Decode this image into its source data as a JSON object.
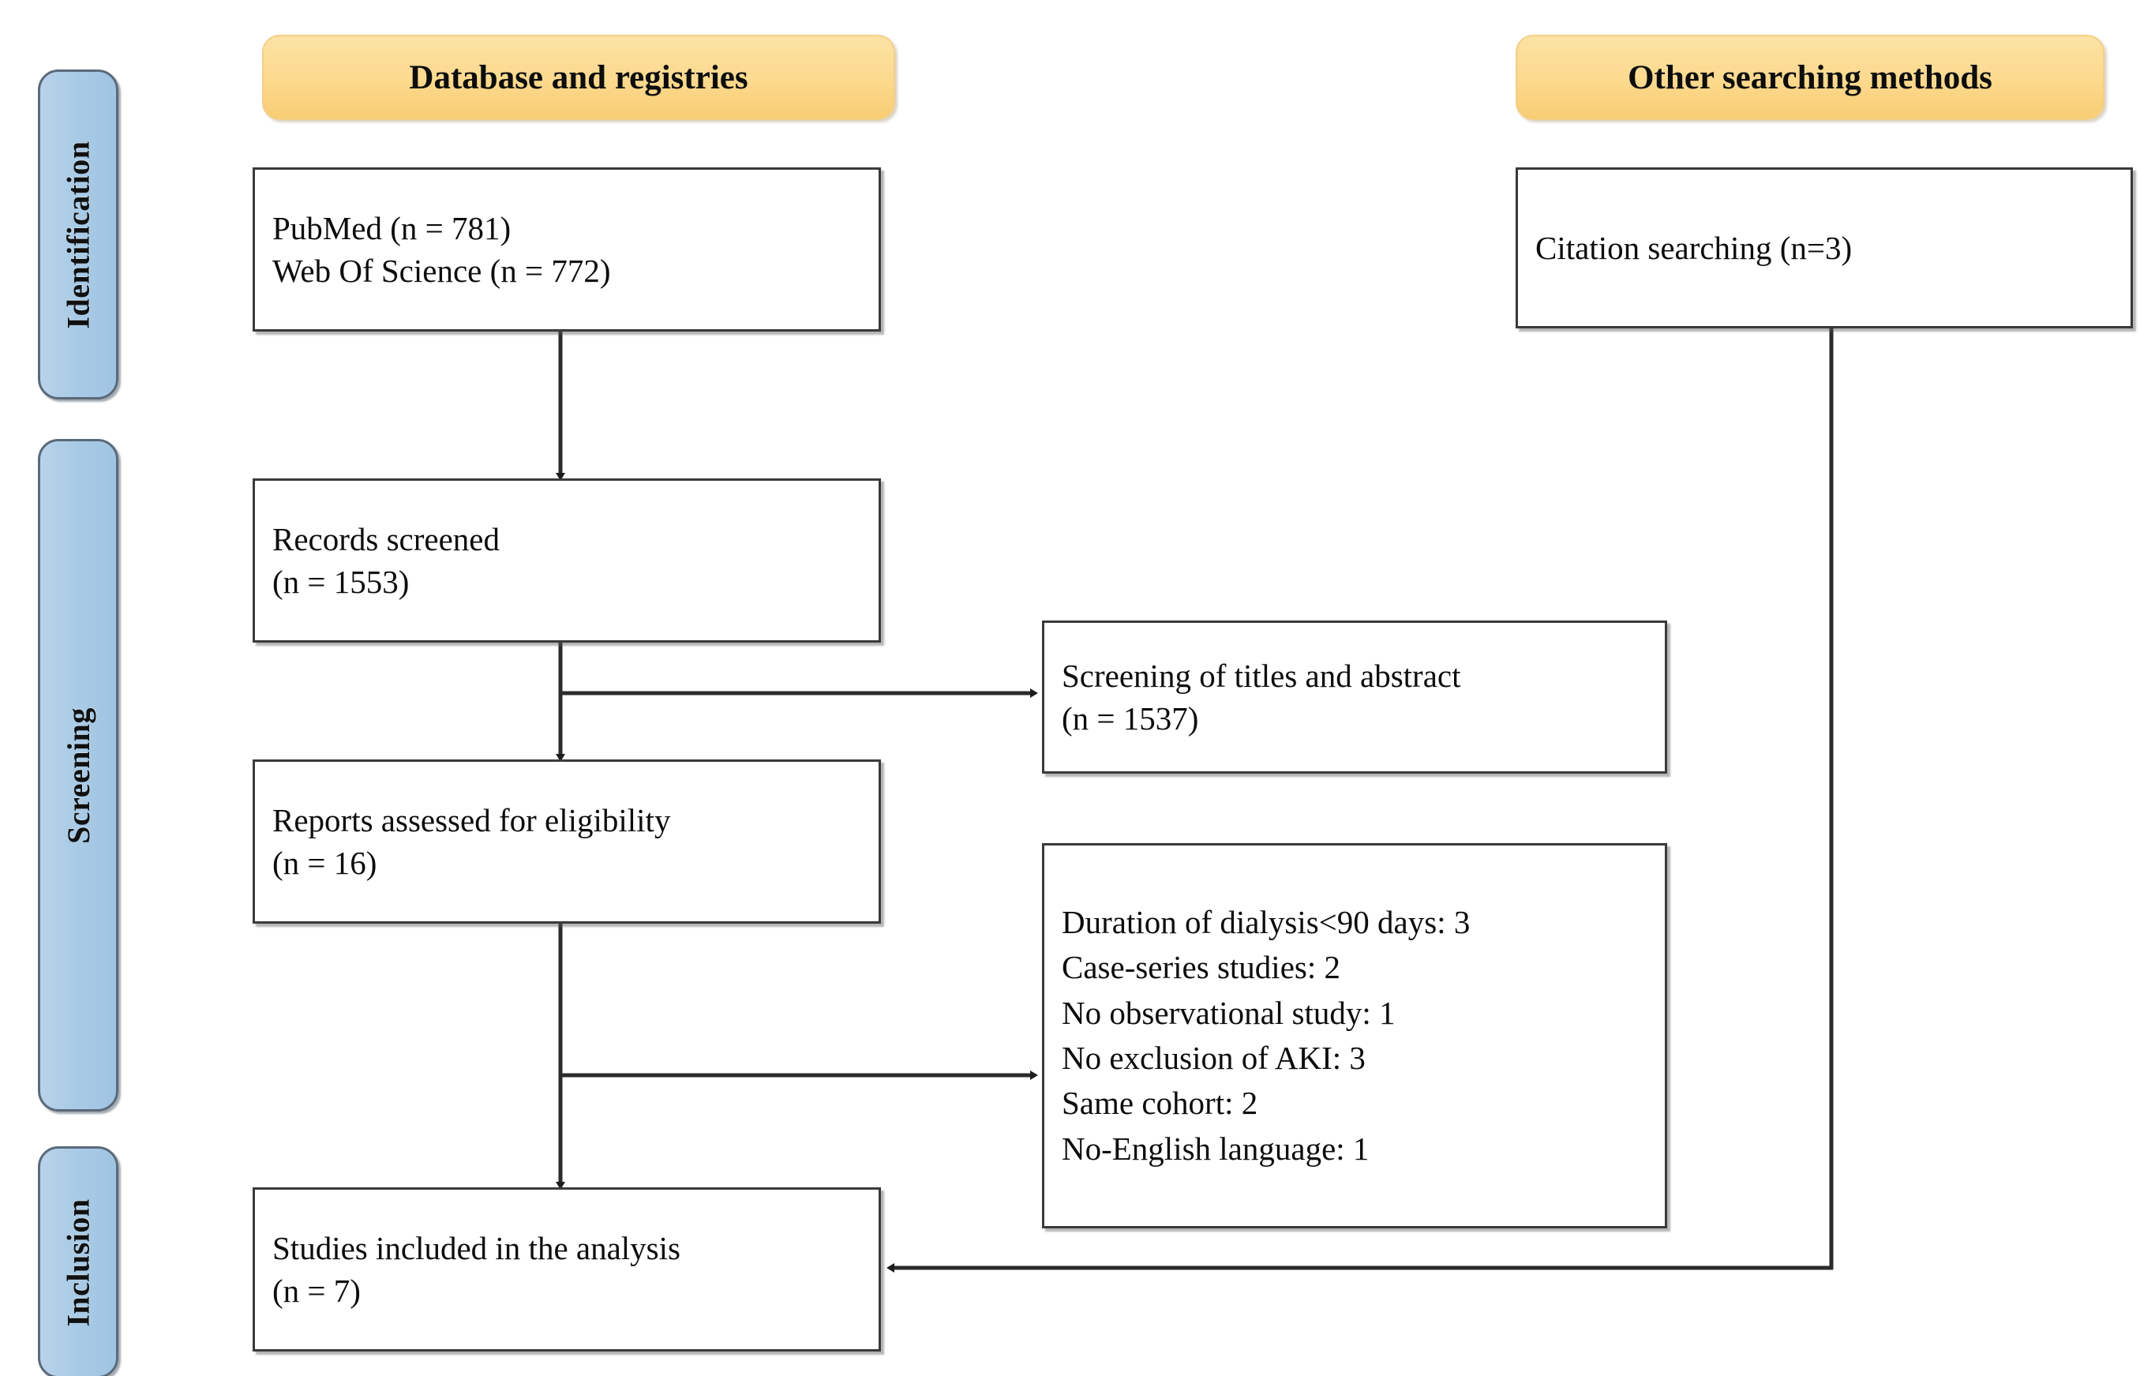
{
  "diagram": {
    "type": "prisma-flow-diagram",
    "stages": [
      {
        "id": "identification",
        "label": "Identification"
      },
      {
        "id": "screening",
        "label": "Screening"
      },
      {
        "id": "inclusion",
        "label": "Inclusion"
      }
    ],
    "headers": {
      "left": "Database and registries",
      "right": "Other searching methods"
    },
    "boxes": {
      "sources": {
        "line1": "PubMed (n = 781)",
        "line2": "Web Of Science (n = 772)"
      },
      "citation": {
        "line1": "Citation searching  (n=3)"
      },
      "records_screened": {
        "line1": "Records screened",
        "line2": "(n = 1553)"
      },
      "screening_excluded": {
        "line1": "Screening  of titles and abstract",
        "line2": "(n = 1537)"
      },
      "reports_assessed": {
        "line1": "Reports assessed  for eligibility",
        "line2": "(n = 16)"
      },
      "reports_excluded": {
        "reasons": [
          "Duration of dialysis<90  days: 3",
          "Case-series studies: 2",
          "No observational  study: 1",
          "No exclusion  of AKI: 3",
          "Same cohort: 2",
          "No-English language: 1"
        ]
      },
      "studies_included": {
        "line1": "Studies included  in the analysis",
        "line2": "(n = 7)"
      }
    },
    "colors": {
      "header_fill": "#fcd98d",
      "stage_fill": "#aacbe6",
      "box_border": "#3a3a3a",
      "connector": "#2b2b2b",
      "background": "#ffffff"
    }
  }
}
